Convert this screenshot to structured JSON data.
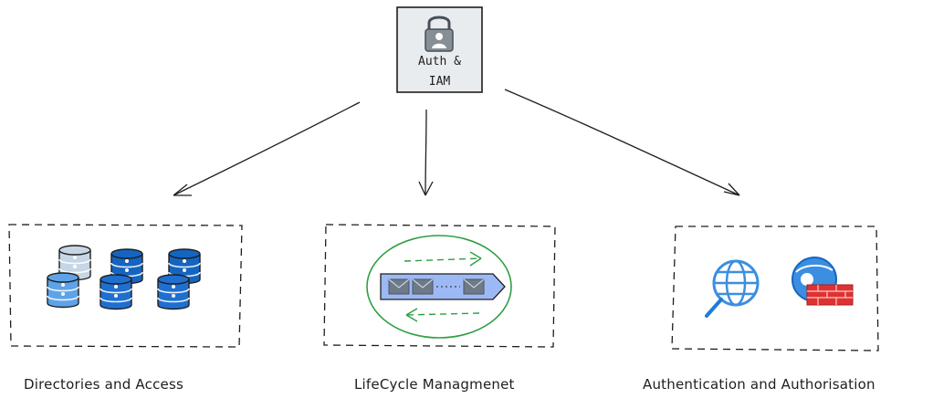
{
  "root": {
    "line1": "Auth &",
    "line2": "IAM",
    "icon": "padlock-user-icon"
  },
  "children": [
    {
      "label": "Directories and Access",
      "icons": [
        "database-stack-icon",
        "database-stack-icon",
        "database-stack-icon",
        "database-stack-icon"
      ]
    },
    {
      "label": "LifeCycle Managmenet",
      "icons": [
        "message-queue-icon"
      ]
    },
    {
      "label": "Authentication and Authorisation",
      "icons": [
        "globe-search-icon",
        "firewall-icon"
      ]
    }
  ],
  "colors": {
    "stroke": "#1e1e1e",
    "root_fill": "#e9ecef",
    "db_light": "#5ea3e8",
    "db_dark": "#1565c0",
    "db_faded": "#c7d6e6",
    "queue_fill": "#9db9f5",
    "queue_envelope": "#6e7a88",
    "ellipse_green": "#2f9e44",
    "globe_blue": "#3b8ee0",
    "firewall_red": "#e03131"
  }
}
